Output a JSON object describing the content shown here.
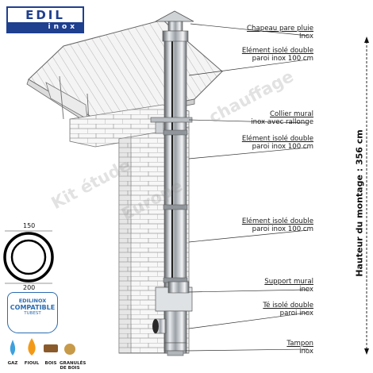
{
  "logo": {
    "top": "EDIL",
    "bottom": "inox"
  },
  "watermark": [
    "Kit étude",
    "Europe",
    "chauffage"
  ],
  "labels": [
    {
      "title": "Chapeau pare pluie",
      "sub": "Inox"
    },
    {
      "title": "Elément isolé double",
      "sub": "paroi inox 100 cm"
    },
    {
      "title": "Collier mural",
      "sub": "inox avec rallonge"
    },
    {
      "title": "Elément isolé double",
      "sub": "paroi inox 100 cm"
    },
    {
      "title": "Elément isolé double",
      "sub": "paroi inox 100 cm"
    },
    {
      "title": "Support mural",
      "sub": "inox"
    },
    {
      "title": "Té isolé double",
      "sub": "paroi inox"
    },
    {
      "title": "Tampon",
      "sub": "inox"
    }
  ],
  "height": "Hauteur du montage : 356 cm",
  "diameter": {
    "inner": "150",
    "outer": "200"
  },
  "badge": {
    "brand": "EDILINOX",
    "compat": "COMPATIBLE",
    "tubest": "TUBEST"
  },
  "fuels": [
    "GAZ",
    "FIOUL",
    "BOIS",
    "GRANULÉS DE BOIS"
  ],
  "colors": {
    "brand": "#1f3f8f",
    "badge": "#2b6cb0",
    "steel": "#9aa0a6"
  }
}
